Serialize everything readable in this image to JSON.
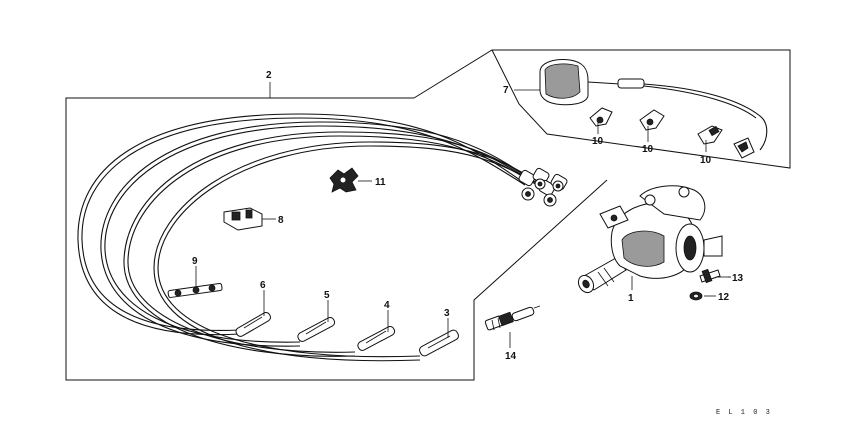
{
  "diagram": {
    "drawing_code": "E L 1 0 3",
    "callouts": {
      "c1": "1",
      "c2": "2",
      "c3": "3",
      "c4": "4",
      "c5": "5",
      "c6": "6",
      "c7": "7",
      "c8": "8",
      "c9": "9",
      "c10a": "10",
      "c10b": "10",
      "c10c": "10",
      "c11": "11",
      "c12": "12",
      "c13": "13",
      "c14": "14"
    }
  }
}
